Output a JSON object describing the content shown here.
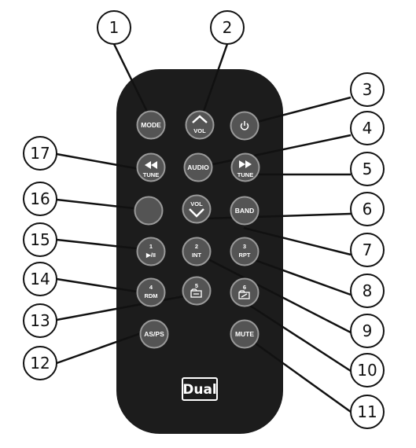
{
  "remote": {
    "brand": "Dual",
    "body_color": "#1c1c1c",
    "button_color": "#545454",
    "button_ring_color": "#9a9a9a",
    "buttons": {
      "mode": "MODE",
      "vol_up": "VOL",
      "power": "power-icon",
      "rewind_tune": "TUNE",
      "audio": "AUDIO",
      "ffwd_tune": "TUNE",
      "blank": "",
      "vol_down": "VOL",
      "band": "BAND",
      "preset1_num": "1",
      "preset1_sub": "▶/II",
      "preset2_num": "2",
      "preset2_sub": "INT",
      "preset3_num": "3",
      "preset3_sub": "RPT",
      "preset4_num": "4",
      "preset4_sub": "RDM",
      "preset5_num": "5",
      "preset6_num": "6",
      "as_ps": "AS/PS",
      "mute": "MUTE"
    }
  },
  "callouts": [
    "1",
    "2",
    "3",
    "4",
    "5",
    "6",
    "7",
    "8",
    "9",
    "10",
    "11",
    "12",
    "13",
    "14",
    "15",
    "16",
    "17"
  ]
}
